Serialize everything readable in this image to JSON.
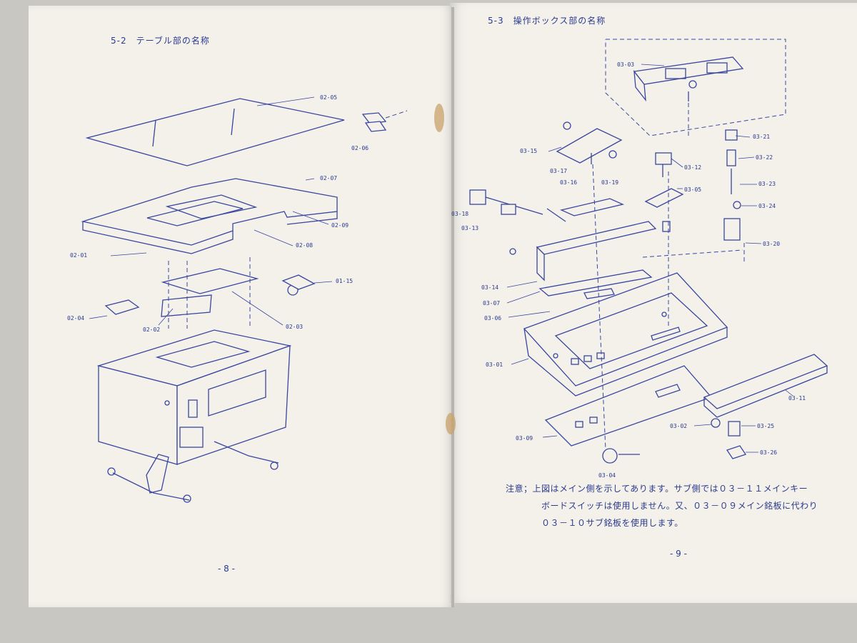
{
  "left_page": {
    "heading": "5-2　テーブル部の名称",
    "page_number": "- 8 -",
    "part_labels": [
      "02-05",
      "02-06",
      "02-07",
      "02-09",
      "02-08",
      "02-01",
      "01-15",
      "02-04",
      "02-02",
      "02-03"
    ]
  },
  "right_page": {
    "heading": "5-3　操作ボックス部の名称",
    "page_number": "- 9 -",
    "part_labels": [
      "03-03",
      "03-15",
      "03-21",
      "03-22",
      "03-12",
      "03-17",
      "03-16",
      "03-19",
      "03-23",
      "03-05",
      "03-18",
      "03-24",
      "03-13",
      "03-20",
      "03-14",
      "03-07",
      "03-06",
      "03-01",
      "03-11",
      "03-02",
      "03-25",
      "03-09",
      "03-26",
      "03-04"
    ],
    "note": {
      "line1": "注意；上図はメイン側を示してあります。サブ側では０３－１１メインキー",
      "line2": "ボードスイッチは使用しません。又、０３－０９メイン銘板に代わり",
      "line3": "０３－１０サブ銘板を使用します。"
    }
  },
  "colors": {
    "ink": "#2b3a8f",
    "paper": "#f3f1ea",
    "background": "#c9c7c2"
  }
}
